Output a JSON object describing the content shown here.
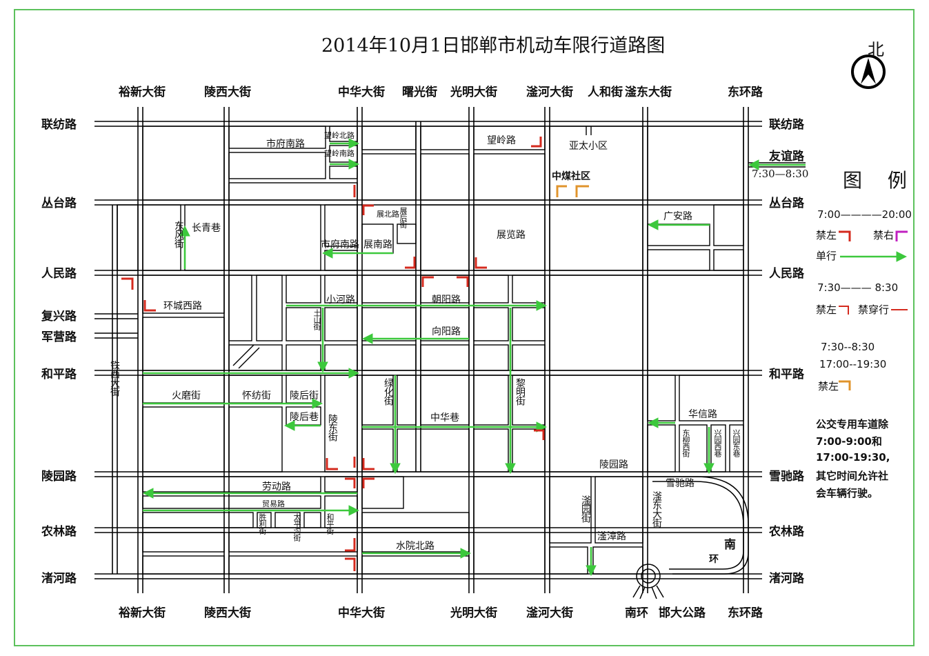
{
  "title": "2014年10月1日邯郸市机动车限行道路图",
  "north": "北",
  "colors": {
    "one_way": "#3cc83c",
    "ban_left": "#d42a1e",
    "ban_right": "#c020c0",
    "orange": "#e0942c",
    "border": "#5cc15c",
    "road": "#000000"
  },
  "streets_top": [
    "裕新大街",
    "陵西大街",
    "中华大街",
    "曙光街",
    "光明大街",
    "滏河大街",
    "人和街",
    "滏东大街",
    "东环路"
  ],
  "streets_bottom": [
    "裕新大街",
    "陵西大街",
    "中华大街",
    "光明大街",
    "滏河大街",
    "南环",
    "邯大公路",
    "东环路"
  ],
  "roads_left": [
    "联纺路",
    "丛台路",
    "人民路",
    "复兴路",
    "军营路",
    "和平路",
    "陵园路",
    "农林路",
    "渚河路"
  ],
  "roads_right": [
    "联纺路",
    "友谊路",
    "丛台路",
    "人民路",
    "和平路",
    "雪驰路",
    "农林路",
    "渚河路"
  ],
  "time_youyi": "7:30—8:30",
  "inner": {
    "shifu_nan_1": "市府南路",
    "wangling_bei": "望岭北路",
    "wangling_nan": "望岭南路",
    "wangling": "望岭路",
    "yatai": "亚太小区",
    "zhongmei": "中煤社区",
    "zhanbei": "展北路",
    "zhanhou": "展后街",
    "shifu_nan_2": "市府南路",
    "zhannan": "展南路",
    "zhanlan": "展览路",
    "guangan": "广安路",
    "dongfeng": "东风街",
    "changqing": "长青巷",
    "huancheng_xi": "环城西路",
    "xiaohe": "小河路",
    "chaoyang": "朝阳路",
    "tushan": "土山街",
    "xiangyang": "向阳路",
    "tiexi": "铁西大街",
    "huomo": "火磨街",
    "huaifang": "怀纺街",
    "linghou_jie": "陵后街",
    "linghou_xiang": "陵后巷",
    "lingdong": "陵东街",
    "lvhua": "绿化街",
    "zhonghua_xiang": "中华巷",
    "liming": "黎明街",
    "huaxin": "华信路",
    "dongliu": "东柳西街",
    "xingyuan_xi": "兴园西巷",
    "xingyuan_dong": "兴园东巷",
    "lingyuan": "陵园路",
    "laodong": "劳动路",
    "maoyi": "贸易路",
    "shengli": "胜利街",
    "taipinggou": "太平沟街",
    "heping_jie": "和平街",
    "shuiyuan": "水院北路",
    "fuyuan": "滏园街",
    "fuzhang": "滏漳路",
    "fudong_dajie": "滏东大街",
    "xuechi": "雪驰路",
    "nanhuan_1": "南",
    "nanhuan_2": "环"
  },
  "legend": {
    "title": "图 例",
    "period1": "7:00————20:00",
    "ban_left": "禁左",
    "ban_right": "禁右",
    "one_way": "单行",
    "period2": "7:30——— 8:30",
    "ban_left2": "禁左",
    "ban_through": "禁穿行",
    "period3a": "7:30--8:30",
    "period3b": "17:00--19:30",
    "ban_left3": "禁左",
    "bus_note": [
      "公交专用车道除",
      "7:00-9:00和",
      "17:00-19:30,",
      "其它时间允许社",
      "会车辆行驶。"
    ]
  }
}
